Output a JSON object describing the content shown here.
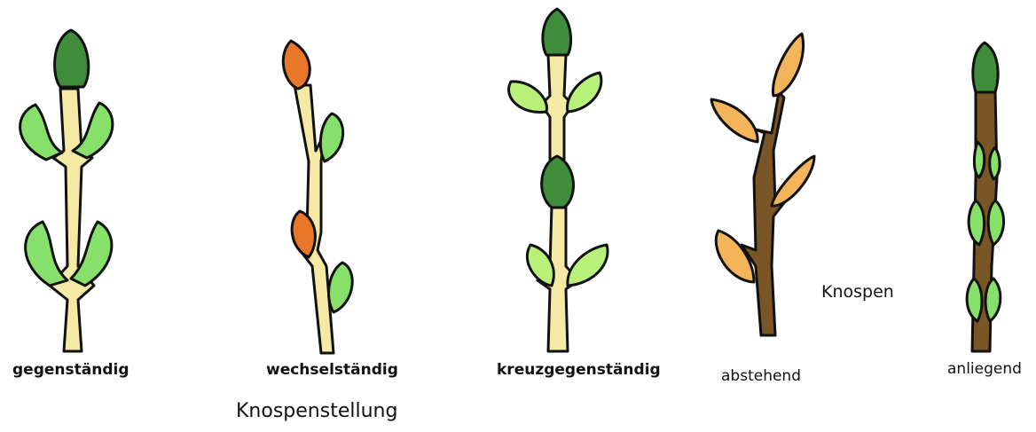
{
  "labels": {
    "gegenstaendig": "gegenständig",
    "wechselstaendig": "wechselständig",
    "kreuzgegenstaendig": "kreuzgegenständig",
    "abstehend": "abstehend",
    "anliegend": "anliegend",
    "knospen": "Knospen",
    "knospenstellung": "Knospenstellung"
  },
  "colors": {
    "stem_pale": "#f4eaa6",
    "stem_brown": "#7a5526",
    "bud_dark_green": "#3f8c3a",
    "bud_light_green": "#86e06a",
    "bud_orange": "#e8772a",
    "bud_light_orange": "#f3b45a",
    "outline": "#111111"
  }
}
